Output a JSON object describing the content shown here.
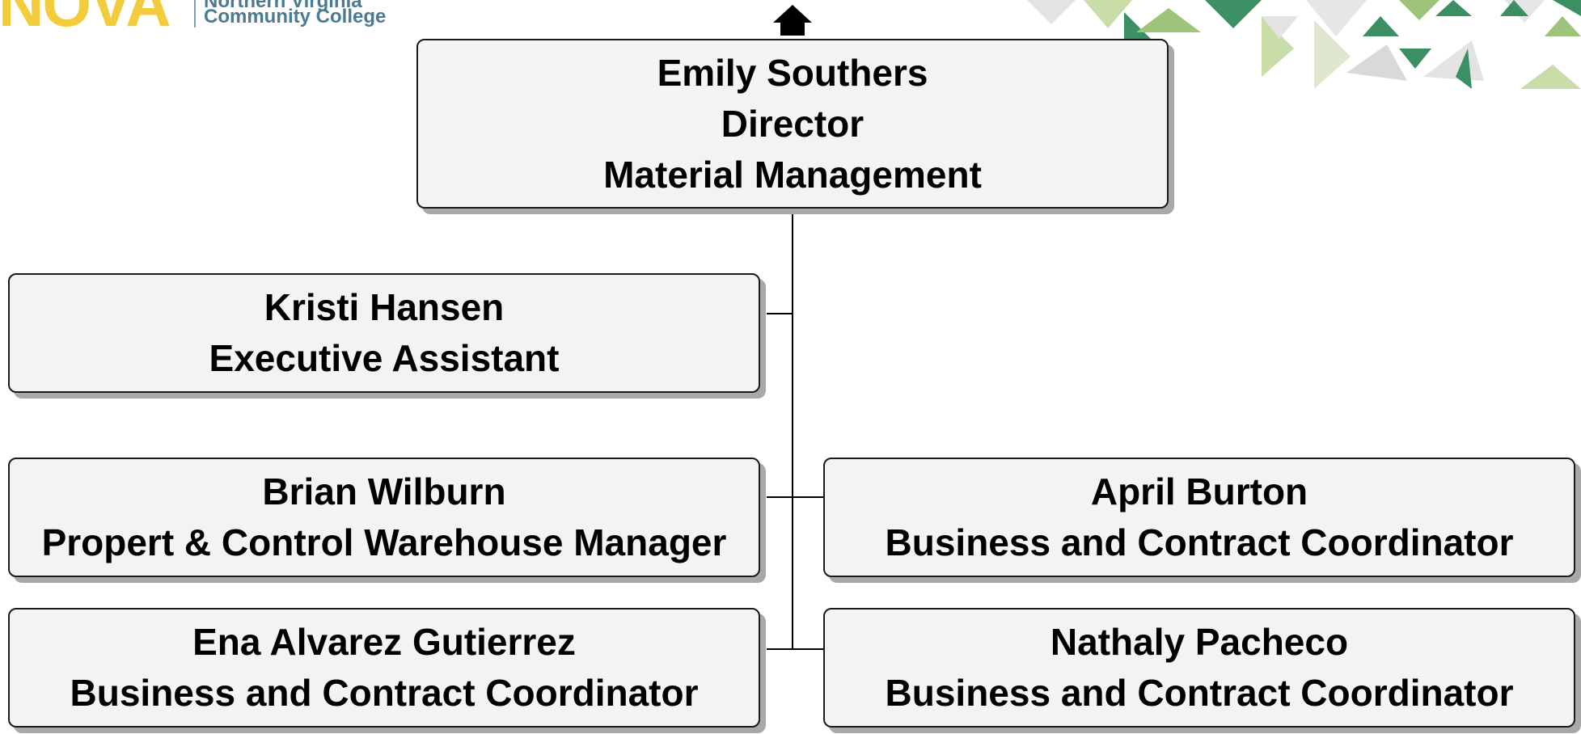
{
  "logo": {
    "word": "NOVA",
    "line1": "Northern Virginia",
    "line2": "Community College",
    "brand_yellow": "#f2cc3b",
    "brand_blue": "#4a7b93"
  },
  "decoration": {
    "name": "green-geometric-pattern",
    "colors": [
      "#3b8f62",
      "#9dc47a",
      "#c8dda8",
      "#e0e0e0"
    ]
  },
  "navigation": {
    "up_icon": "up-arrow-icon"
  },
  "org_chart": {
    "top": {
      "name": "Emily Southers",
      "title": "Director",
      "department": "Material Management"
    },
    "reports": [
      {
        "name": "Kristi Hansen",
        "title": "Executive Assistant"
      },
      {
        "name": "Brian Wilburn",
        "title": "Propert & Control Warehouse Manager"
      },
      {
        "name": "April Burton",
        "title": "Business and Contract Coordinator"
      },
      {
        "name": "Ena Alvarez Gutierrez",
        "title": "Business and Contract Coordinator"
      },
      {
        "name": "Nathaly Pacheco",
        "title": "Business and Contract Coordinator"
      }
    ]
  },
  "style": {
    "box_fill": "#f3f3f3",
    "box_border": "#1a1a1a",
    "box_shadow": "#a9a9a9",
    "line_color": "#000000"
  }
}
